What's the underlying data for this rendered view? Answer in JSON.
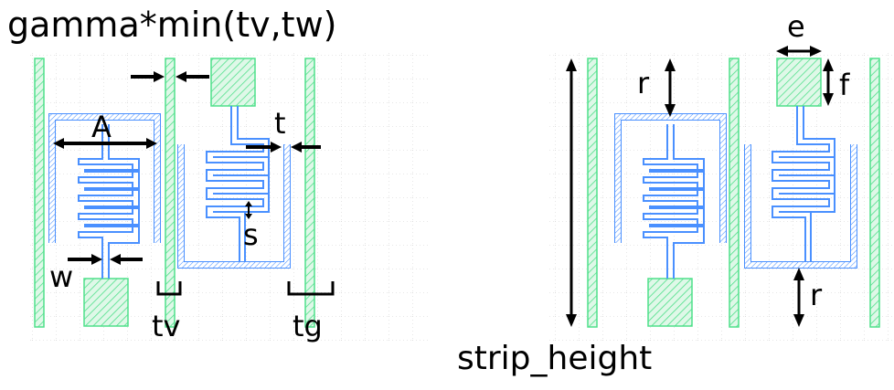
{
  "labels": {
    "title": "gamma*min(tv,tw)",
    "A": "A",
    "t": "t",
    "s": "s",
    "w": "w",
    "tv": "tv",
    "tg": "tg",
    "r_top": "r",
    "r_bottom": "r",
    "e": "e",
    "f": "f",
    "strip_height": "strip_height"
  },
  "colors": {
    "green_stroke": "#4fe08a",
    "green_fill": "#c9f3d8",
    "blue_stroke": "#4a90ff",
    "grid": "#c9c9c9",
    "arrow": "#000000"
  }
}
